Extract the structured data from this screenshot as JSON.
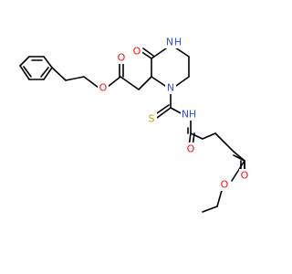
{
  "atom_colors": {
    "O": "#ff0d0d",
    "N": "#3050f8",
    "S": "#b8a000",
    "C": "#000000"
  },
  "atoms": {
    "nh_ring": "N",
    "h_ring": "H",
    "o_lactam": "O",
    "n_ring": "N",
    "o_ester_carbonyl_1": "O",
    "o_ester_link_1": "O",
    "s_thio": "S",
    "nh_thio": "N",
    "h_thio": "H",
    "o_amide": "O",
    "o_ester_carbonyl_2": "O",
    "o_ester_link_2": "O"
  }
}
